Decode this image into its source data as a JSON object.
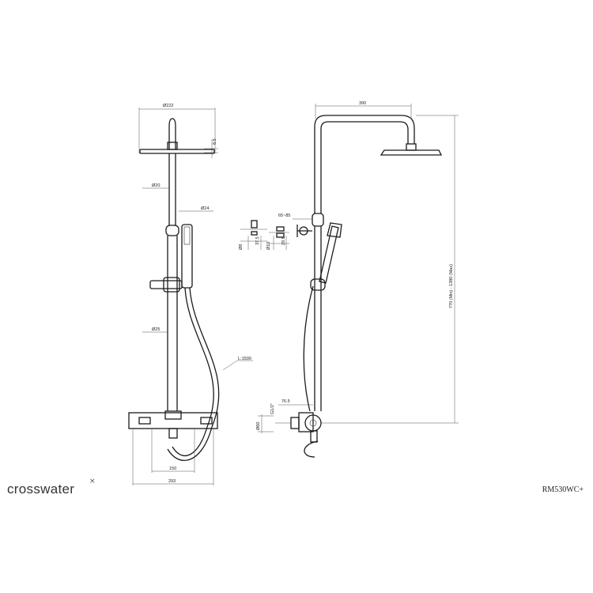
{
  "brand": {
    "name": "crosswater",
    "mark": "×"
  },
  "product_code": "RM530WC+",
  "dimensions": {
    "head_dia": "Ø222",
    "head_thk": "8.5",
    "riser_dia": "Ø20",
    "handset_dia": "Ø24",
    "lower_riser_dia": "Ø25",
    "hose_len": "L:1500",
    "centres": "150",
    "valve_width": "293",
    "arm_reach": "390",
    "bracket_off": "65~85",
    "height": "770 (Min) - 1380 (Max)",
    "inlet_off": "76.5",
    "inlet_dia": "Ø60",
    "inlet_thread": "G1/2\"",
    "det_a1": "Ø8",
    "det_a2": "37.5",
    "det_b1": "Ø10",
    "det_b2": "29.5"
  }
}
